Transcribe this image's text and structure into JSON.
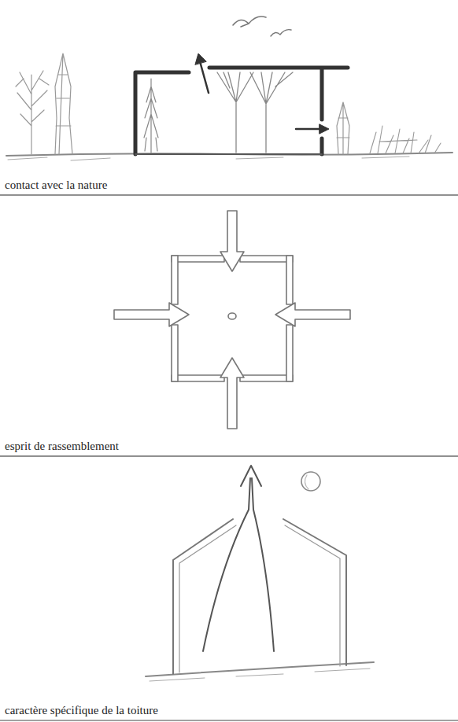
{
  "diagram": {
    "labels": [
      "contact avec la nature",
      "esprit de rassemblement",
      "caractère spécifique de la toiture"
    ]
  }
}
